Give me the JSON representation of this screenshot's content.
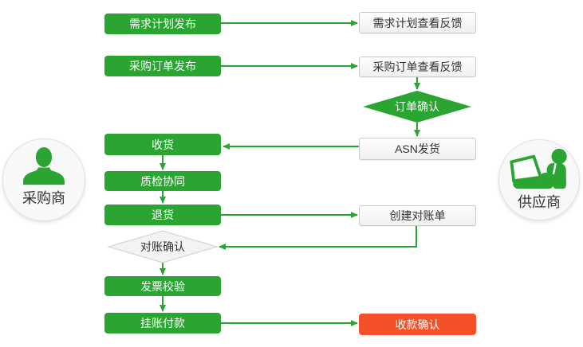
{
  "actors": {
    "buyer": {
      "label": "采购商"
    },
    "supplier": {
      "label": "供应商"
    }
  },
  "nodes": {
    "demand_plan_publish": {
      "label": "需求计划发布",
      "type": "green"
    },
    "demand_plan_feedback": {
      "label": "需求计划查看反馈",
      "type": "gray"
    },
    "po_publish": {
      "label": "采购订单发布",
      "type": "green"
    },
    "po_feedback": {
      "label": "采购订单查看反馈",
      "type": "gray"
    },
    "order_confirm": {
      "label": "订单确认",
      "type": "green-diamond"
    },
    "asn_ship": {
      "label": "ASN发货",
      "type": "gray"
    },
    "receive_goods": {
      "label": "收货",
      "type": "green"
    },
    "quality_collab": {
      "label": "质检协同",
      "type": "green"
    },
    "return_goods": {
      "label": "退货",
      "type": "green"
    },
    "create_statement": {
      "label": "创建对账单",
      "type": "gray"
    },
    "statement_confirm": {
      "label": "对账确认",
      "type": "gray-diamond"
    },
    "invoice_verify": {
      "label": "发票校验",
      "type": "green"
    },
    "book_payment": {
      "label": "挂账付款",
      "type": "green"
    },
    "receipt_confirm": {
      "label": "收款确认",
      "type": "red"
    }
  },
  "icons": {
    "buyer": "person-bust-icon",
    "supplier": "person-with-laptop-icon"
  },
  "colors": {
    "green": "#2aa532",
    "red": "#f4502a",
    "gray_box_border": "#c9c9c9",
    "diamond_gray_fill": "#f3f3f3",
    "text_dark": "#333333",
    "text_light": "#ffffff"
  }
}
